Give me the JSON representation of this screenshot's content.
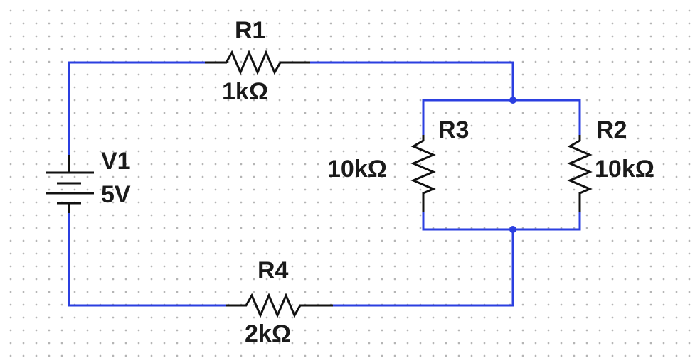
{
  "components": {
    "r1": {
      "ref": "R1",
      "value": "1kΩ"
    },
    "r2": {
      "ref": "R2",
      "value": "10kΩ"
    },
    "r3": {
      "ref": "R3",
      "value": "10kΩ"
    },
    "r4": {
      "ref": "R4",
      "value": "2kΩ"
    },
    "v1": {
      "ref": "V1",
      "value": "5V"
    }
  },
  "colors": {
    "wire": "#2b3fe0",
    "component": "#111111"
  }
}
